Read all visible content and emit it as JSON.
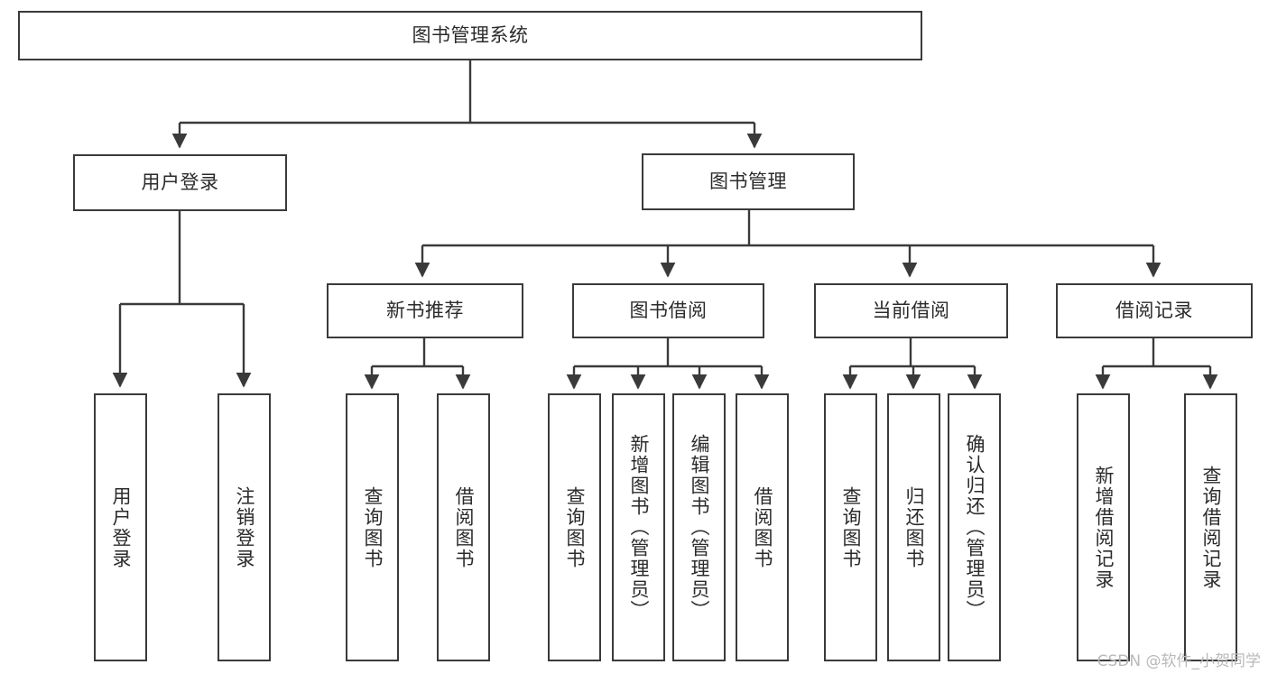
{
  "diagram": {
    "title": "图书管理系统",
    "watermark": "CSDN @软件_小贺同学",
    "stroke_color": "#3a3a3a",
    "text_color": "#2b2b2b",
    "background": "#ffffff",
    "root": {
      "label": "图书管理系统"
    },
    "level2": [
      {
        "label": "用户登录"
      },
      {
        "label": "图书管理"
      }
    ],
    "level3": [
      {
        "label": "新书推荐"
      },
      {
        "label": "图书借阅"
      },
      {
        "label": "当前借阅"
      },
      {
        "label": "借阅记录"
      }
    ],
    "leaves": {
      "user_login": [
        {
          "label": "用户登录"
        },
        {
          "label": "注销登录"
        }
      ],
      "new_book": [
        {
          "label": "查询图书"
        },
        {
          "label": "借阅图书"
        }
      ],
      "book_borrow": [
        {
          "label": "查询图书"
        },
        {
          "label": "新增图书（管理员）"
        },
        {
          "label": "编辑图书（管理员）"
        },
        {
          "label": "借阅图书"
        }
      ],
      "current_borrow": [
        {
          "label": "查询图书"
        },
        {
          "label": "归还图书"
        },
        {
          "label": "确认归还（管理员）"
        }
      ],
      "borrow_record": [
        {
          "label": "新增借阅记录"
        },
        {
          "label": "查询借阅记录"
        }
      ]
    }
  }
}
